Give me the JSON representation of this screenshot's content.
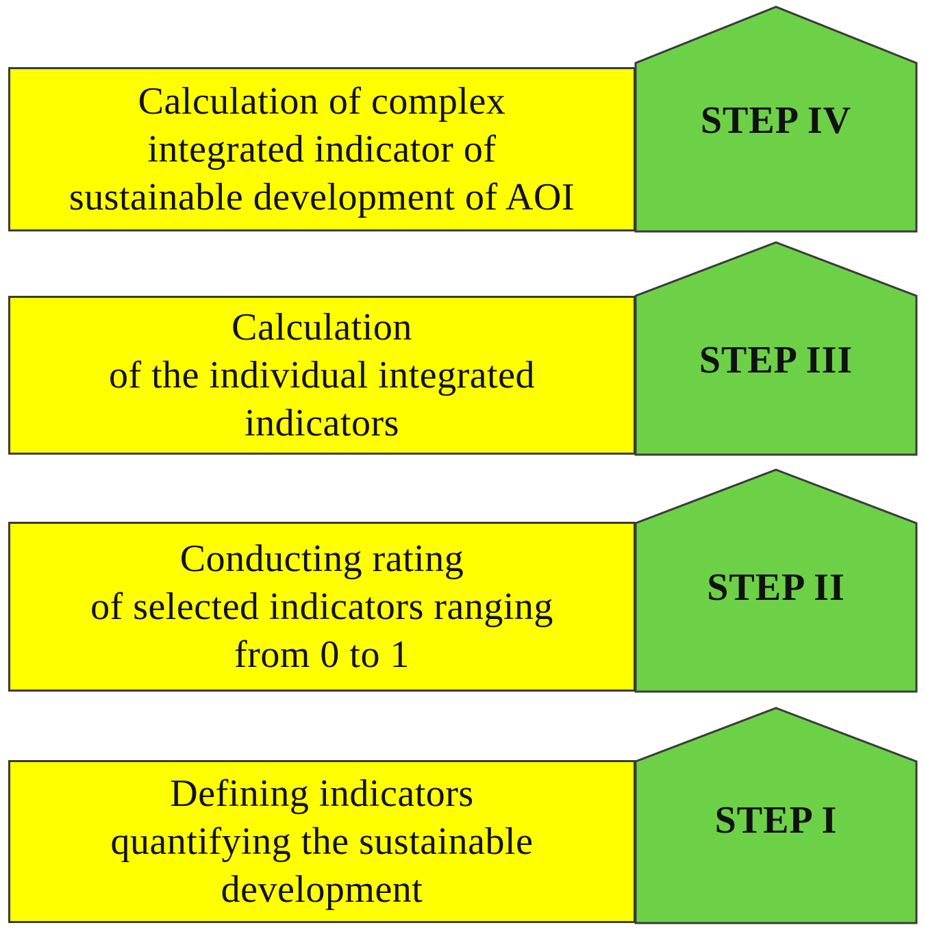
{
  "steps": [
    {
      "label": "STEP IV",
      "lines": [
        "Calculation of complex",
        "integrated indicator of",
        "sustainable development of AOI"
      ]
    },
    {
      "label": "STEP III",
      "lines": [
        "Calculation",
        "of the individual integrated",
        "indicators"
      ]
    },
    {
      "label": "STEP II",
      "lines": [
        "Conducting rating",
        "of selected indicators ranging",
        "from 0 to 1"
      ]
    },
    {
      "label": "STEP I",
      "lines": [
        "Defining indicators",
        "quantifying the sustainable",
        "development"
      ]
    }
  ],
  "colors": {
    "box_fill": "#ffff00",
    "house_fill": "#6dd147",
    "border": "#3b3b3b"
  }
}
